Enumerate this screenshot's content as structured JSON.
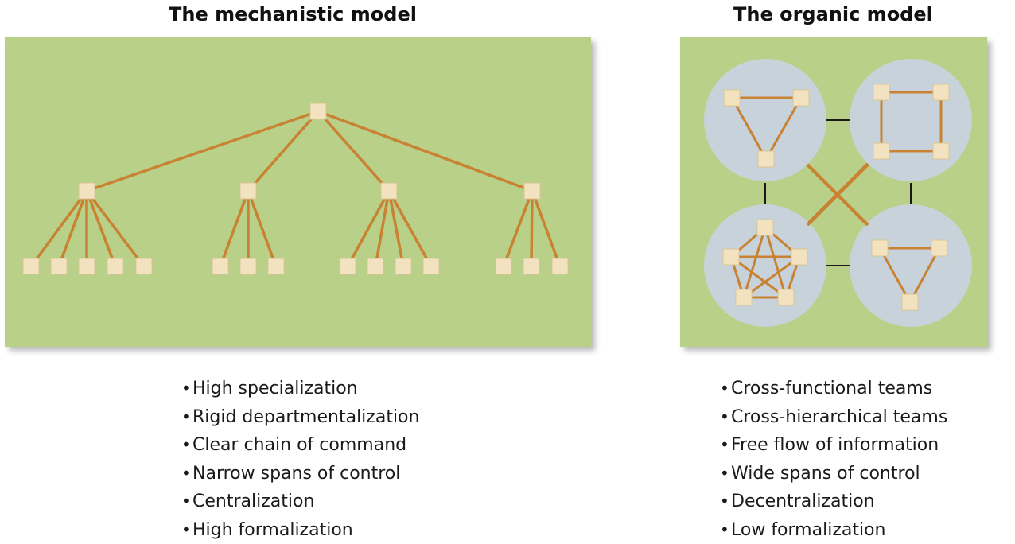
{
  "mechanistic": {
    "title": "The mechanistic model",
    "features": [
      "High specialization",
      "Rigid departmentalization",
      "Clear chain of command",
      "Narrow spans of control",
      "Centralization",
      "High formalization"
    ]
  },
  "organic": {
    "title": "The organic model",
    "features": [
      "Cross-functional teams",
      "Cross-hierarchical teams",
      "Free flow of information",
      "Wide spans of control",
      "Decentralization",
      "Low formalization"
    ]
  },
  "colors": {
    "panel_background": "#b9d089",
    "connector": "#c98232",
    "node_fill": "#f2e2bf",
    "node_border": "#d9c596",
    "team_circle": "#c8d2da",
    "team_link": "#1a1a1a"
  }
}
